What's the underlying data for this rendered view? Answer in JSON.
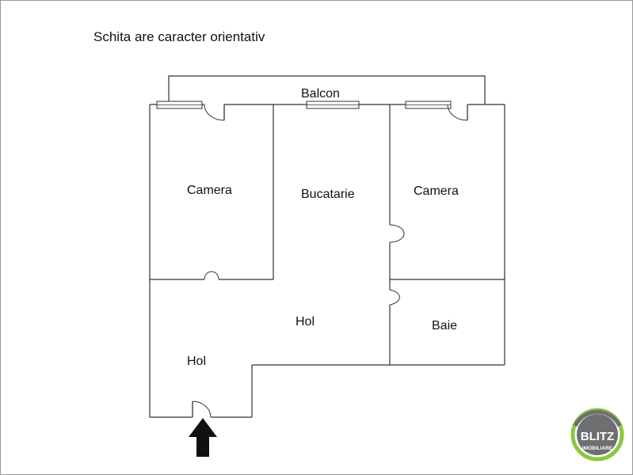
{
  "note": "Schita are caracter orientativ",
  "rooms": {
    "balcony": "Balcon",
    "room_left": "Camera",
    "kitchen": "Bucatarie",
    "room_right": "Camera",
    "hall_center": "Hol",
    "bathroom": "Baie",
    "hall_left": "Hol"
  },
  "logo": {
    "brand": "BLITZ",
    "sub": "IMOBILIARE",
    "ring_colors": [
      "#6d6f71",
      "#8cc63f"
    ]
  },
  "colors": {
    "line": "#333333",
    "entrance_arrow": "#111111"
  },
  "icons": {
    "entrance": "entrance-arrow-icon",
    "logo": "blitz-logo-icon"
  }
}
